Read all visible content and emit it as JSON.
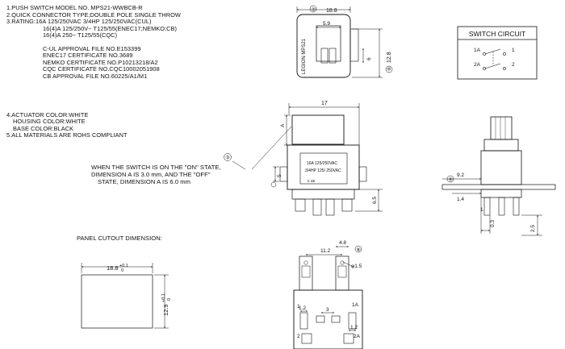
{
  "spec": {
    "line1": "1.PUSH SWITCH MODEL NO. MPS21-WWBCB-R",
    "line2": "2.QUICK CONNECTOR TYPE;DOUBLE POLE SINGLE THROW",
    "line3": "3.RATING:16A 125/250VAC 3/4HP 125/250VAC(CUL)",
    "line4": "16(4)A 125/250V~ T125/55(ENEC17;NEMKO;CB)",
    "line5": "16(4)A 250~ T125/55(CQC)"
  },
  "approvals": [
    "C-UL APPROVAL FILE NO.E153399",
    "ENEC17 CERTIFICATE NO.3689",
    "NEMKO CERTIFICATE NO.P10213218/A2",
    "CQC CERTIFICATE NO.CQC10002051908",
    "CB APPROVAL FILE NO.60225/A1/M1"
  ],
  "colors": {
    "line4": "4.ACTUATOR COLOR:WHITE",
    "line4b": "HOUSING COLOR:WHITE",
    "line4c": "BASE COLOR:BLACK",
    "line5": "5.ALL MATERIALS ARE ROHS COMPLIANT"
  },
  "note": {
    "line1": "WHEN THE SWITCH IS ON THE \"ON\" STATE,",
    "line2": "DIMENSION A IS 3.0 mm, AND THE \"OFF\"",
    "line3": "STATE, DIMENSION A IS 6.0 mm"
  },
  "panel": {
    "title": "PANEL CUTOUT DIMENSION:",
    "width": "18.8",
    "width_tol_up": "+0.1",
    "width_tol_dn": "0",
    "height": "12.9",
    "height_tol_up": "+0.1",
    "height_tol_dn": "0"
  },
  "circuit": {
    "title": "SWITCH CIRCUIT",
    "t1a": "1A",
    "t2a": "2A",
    "t1": "1",
    "t2": "2"
  },
  "top_view": {
    "label": "LEGION MPS21",
    "dim_width": "18.8",
    "dim_inner": "5.9",
    "dim_height": "12.8",
    "dim_side": "6",
    "callout_width": "⑦",
    "callout_height": "⑥"
  },
  "front_view": {
    "dim_width": "17",
    "dim_a": "A",
    "dim_5": "5",
    "dim_65": "6.5",
    "rating1": "16A 125/250VAC",
    "rating2": "3/4HP 125/ 250VAC",
    "mark": "c  us",
    "callout": "③"
  },
  "side_view": {
    "dim_92": "9.2",
    "dim_14": "1.4",
    "dim_1": "1",
    "dim_03": "0.3",
    "dim_25": "2.5",
    "callout": "④"
  },
  "bottom_view": {
    "dim_48": "4.8",
    "dim_112": "11.2",
    "dim_15": "φ1.5",
    "dim_3": "3",
    "dim_12a": "1.2",
    "dim_12b": "1.2",
    "t1a": "1A",
    "t2a": "2A",
    "t1": "1",
    "t2": "2",
    "callout": "⑧"
  }
}
